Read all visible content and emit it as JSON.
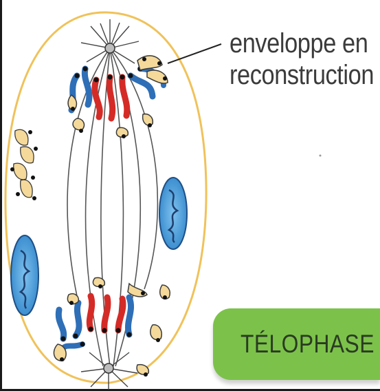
{
  "labels": {
    "envelope_line1": "enveloppe en",
    "envelope_line2": "reconstruction",
    "phase": "TÉLOPHASE"
  },
  "colors": {
    "membrane": "#f0c25a",
    "chromatid_blue": "#2e6fb7",
    "chromatid_red": "#d42b27",
    "envelope_fragment": "#f4d99a",
    "mitochondria": "#5aa7de",
    "badge": "#7cc24a"
  }
}
